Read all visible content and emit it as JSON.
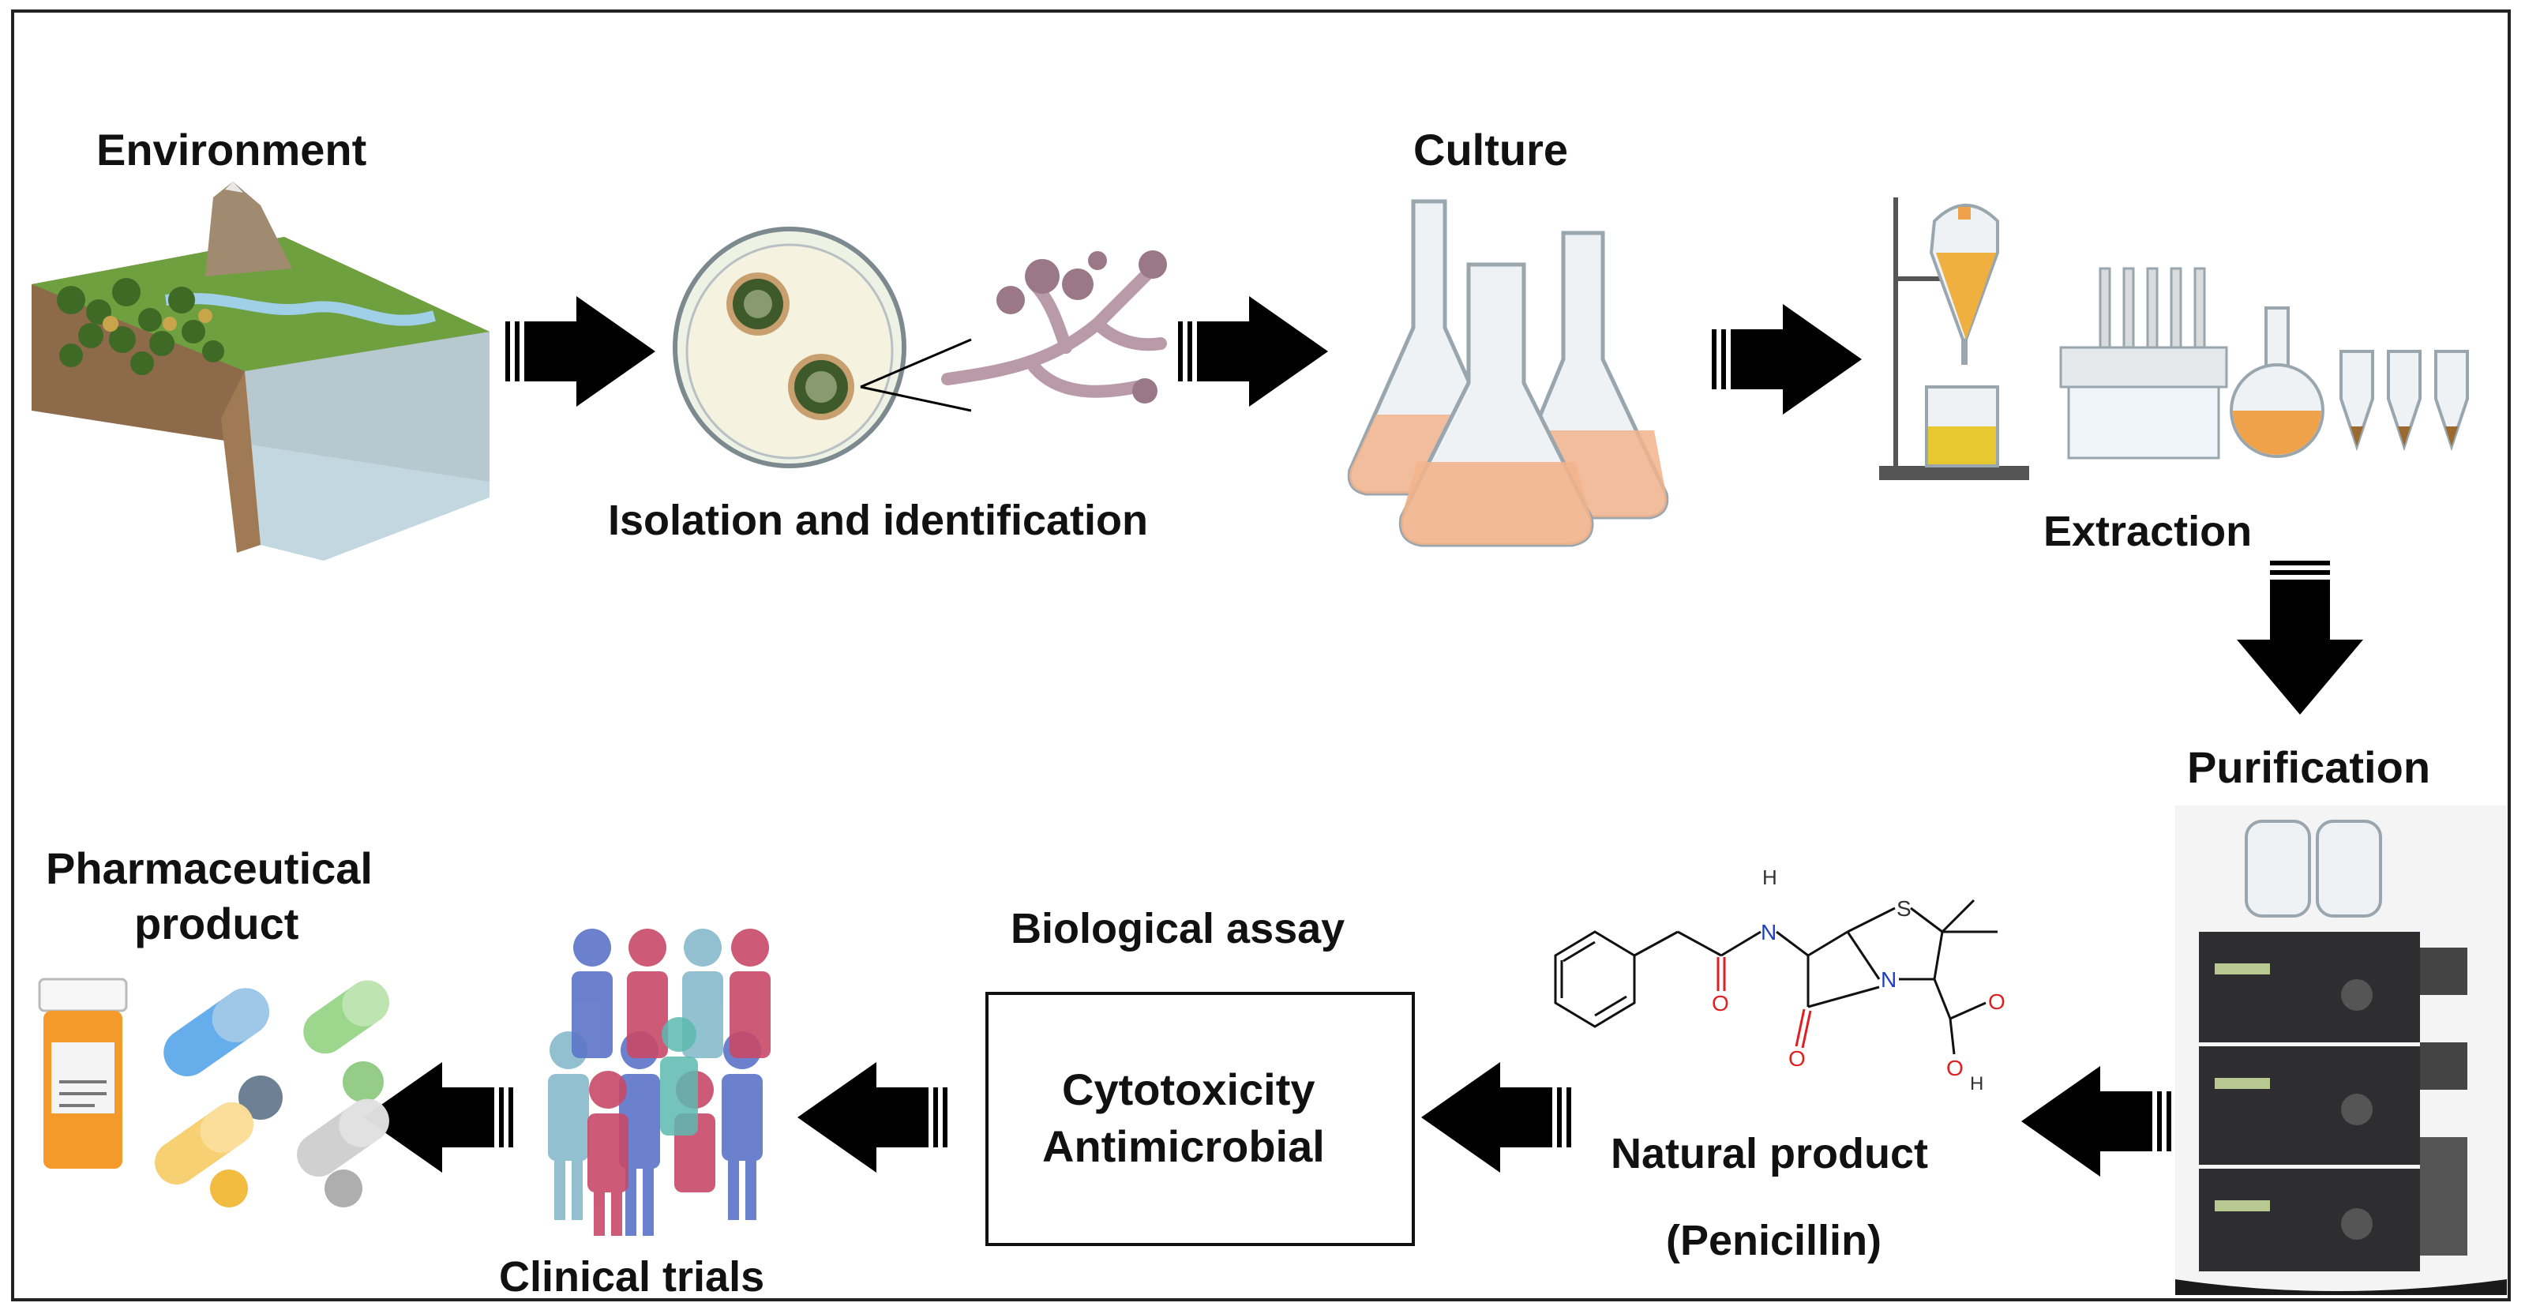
{
  "labels": {
    "environment": "Environment",
    "isolation": "Isolation and identification",
    "culture": "Culture",
    "extraction": "Extraction",
    "purification": "Purification",
    "natural_product_line1": "Natural product",
    "natural_product_line2": "(Penicillin)",
    "biological_assay": "Biological assay",
    "assay_line1": "Cytotoxicity",
    "assay_line2": "Antimicrobial",
    "clinical_trials": "Clinical trials",
    "pharmaceutical_line1": "Pharmaceutical",
    "pharmaceutical_line2": "product"
  },
  "molecule_atoms": {
    "h": "H",
    "n": "N",
    "s": "S",
    "o": "O"
  },
  "colors": {
    "arrow": "#000000",
    "oxygen": "#e02020",
    "nitrogen": "#1f3fbf",
    "culture_liquid": "#f2b48c",
    "extraction_liquid": "#f0a24a"
  }
}
